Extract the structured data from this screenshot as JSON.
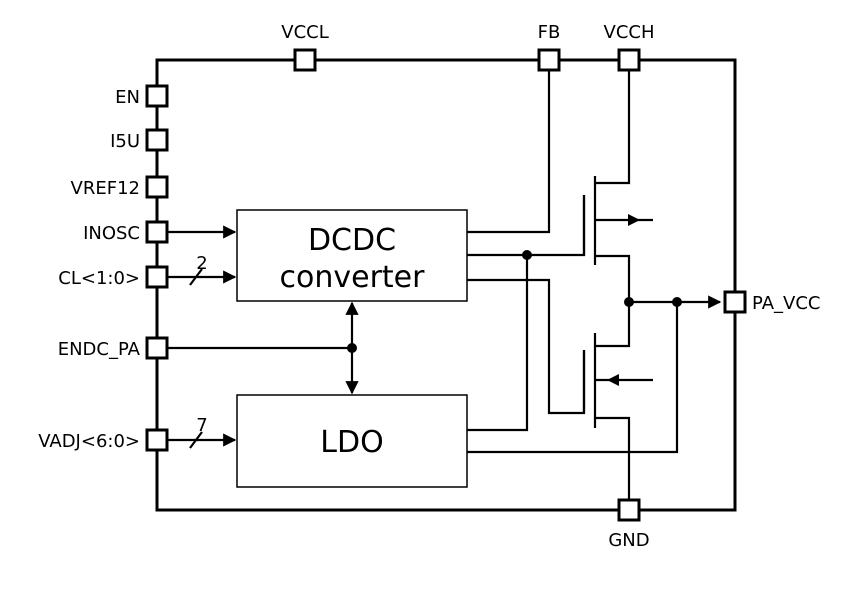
{
  "pins": {
    "top": {
      "vccl": "VCCL",
      "fb": "FB",
      "vcch": "VCCH"
    },
    "left": {
      "en": "EN",
      "i5u": "I5U",
      "vref12": "VREF12",
      "inosc": "INOSC",
      "cl": "CL<1:0>",
      "endc_pa": "ENDC_PA",
      "vadj": "VADJ<6:0>"
    },
    "right": {
      "pa_vcc": "PA_VCC"
    },
    "bottom": {
      "gnd": "GND"
    }
  },
  "blocks": {
    "dcdc": {
      "line1": "DCDC",
      "line2": "converter"
    },
    "ldo": {
      "label": "LDO"
    }
  },
  "bus_widths": {
    "cl": "2",
    "vadj": "7"
  }
}
